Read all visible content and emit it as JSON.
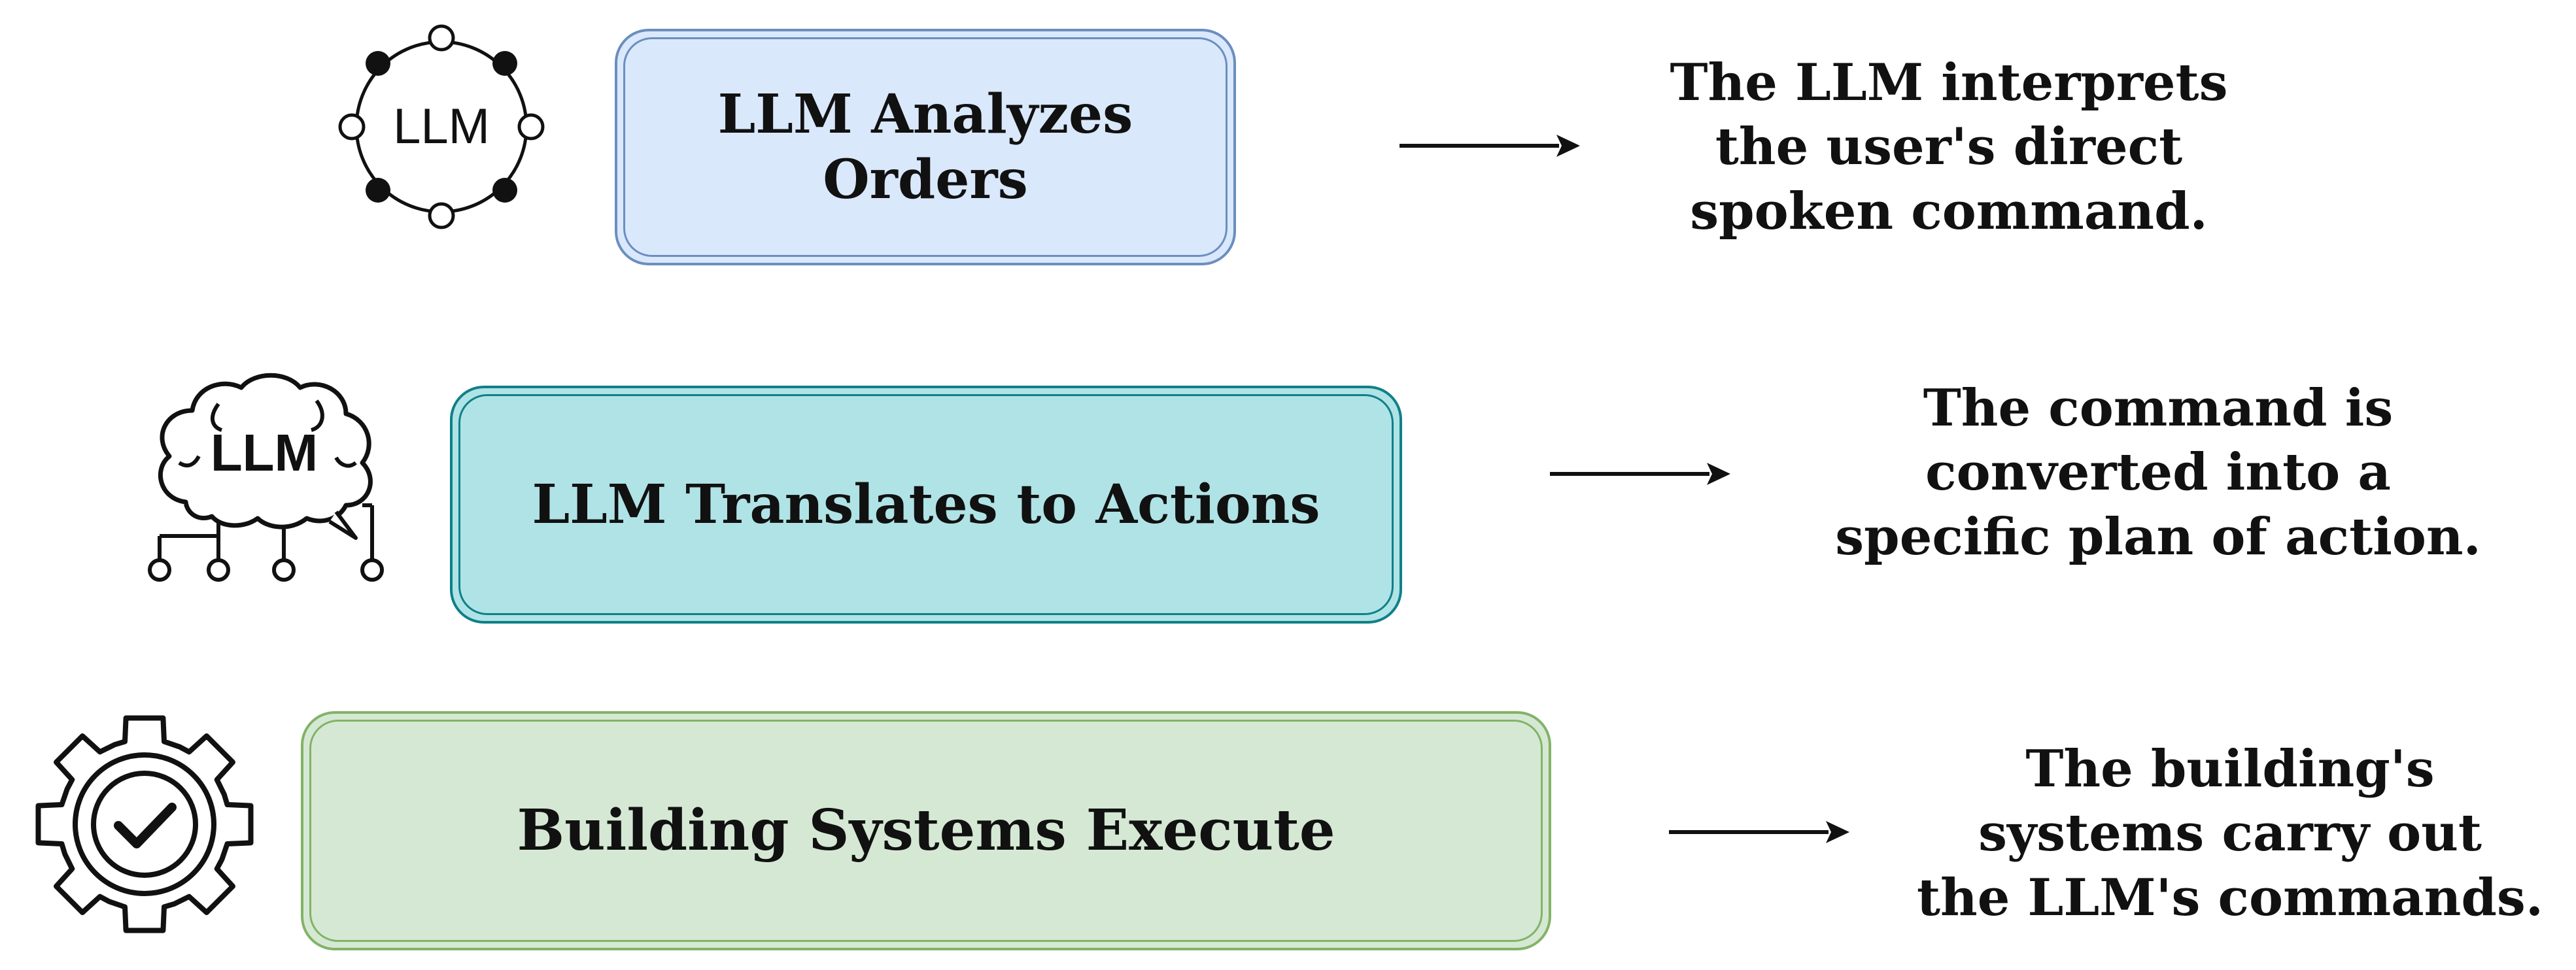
{
  "steps": [
    {
      "title": "LLM Analyzes\nOrders",
      "description": "The LLM interprets\nthe user's direct\nspoken command.",
      "icon": "llm-network-icon",
      "icon_label": "LLM",
      "fill_color": "#dae8fc",
      "stroke_color": "#6c8ebf"
    },
    {
      "title": "LLM Translates to Actions",
      "description": "The command is\nconverted into a\nspecific plan of action.",
      "icon": "llm-brain-icon",
      "icon_label": "LLM",
      "fill_color": "#b0e3e6",
      "stroke_color": "#0e8088"
    },
    {
      "title": "Building Systems Execute",
      "description": "The building's\nsystems carry out\nthe LLM's commands.",
      "icon": "gear-check-icon",
      "fill_color": "#d5e8d4",
      "stroke_color": "#82b366"
    }
  ]
}
